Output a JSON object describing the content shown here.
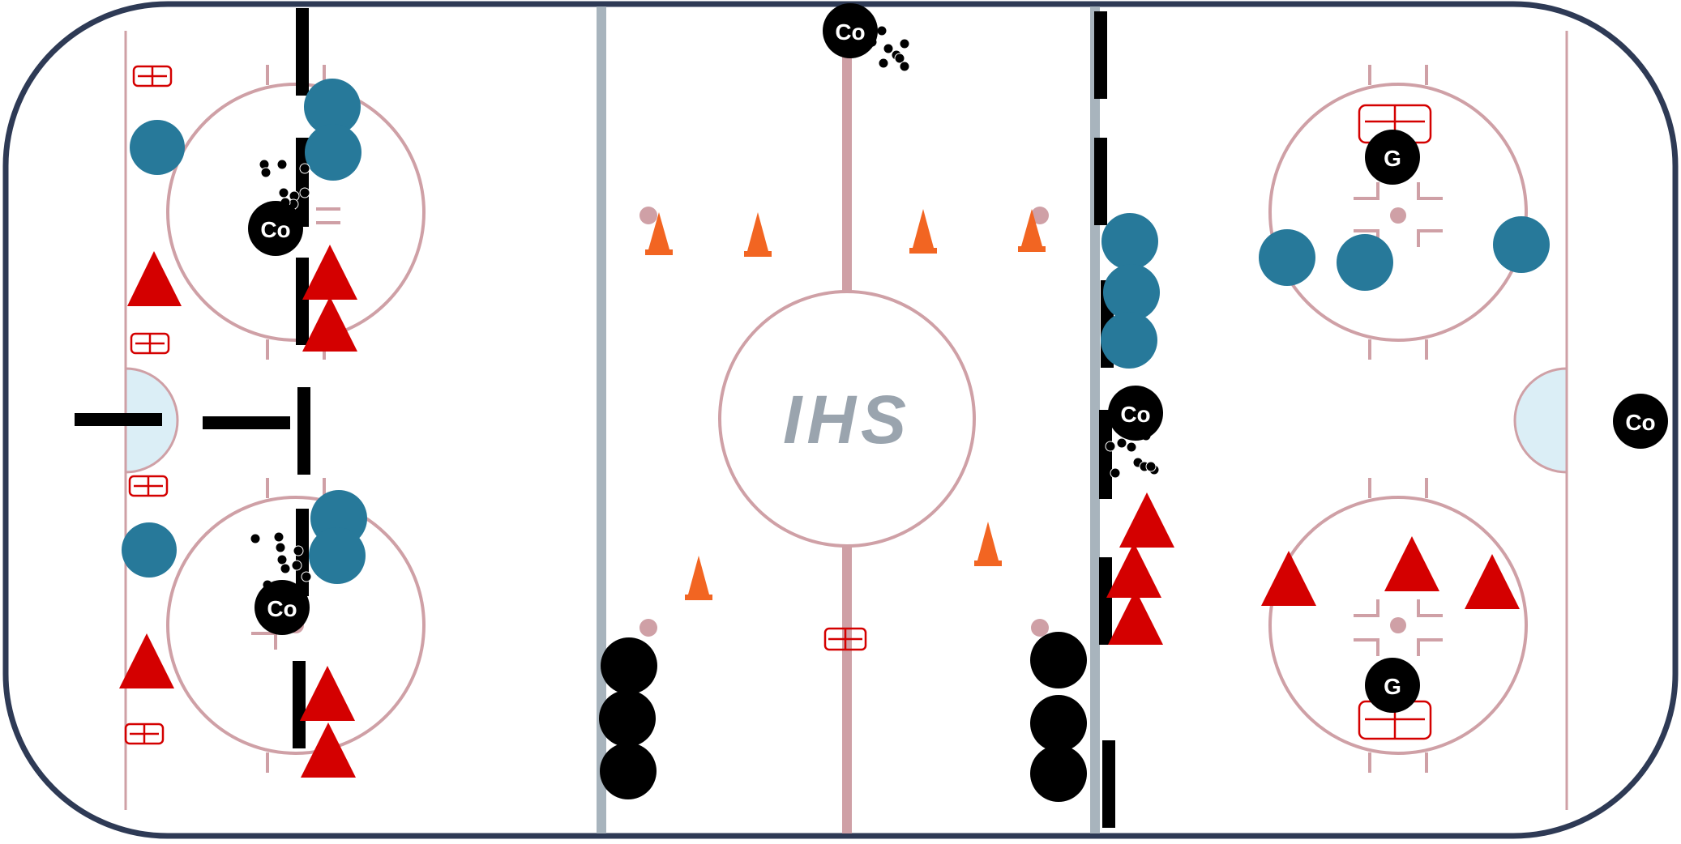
{
  "logo": {
    "text": "IHS",
    "color": "#9aa4ae"
  },
  "colors": {
    "boards": "#2e3a55",
    "red_line": "#cfa0a6",
    "blue_line": "#a8b4bd",
    "crease": "#dbeef6",
    "player_blue": "#27799a",
    "player_black": "#000000",
    "opponent_red": "#d40000",
    "cone": "#f26522",
    "net": "#d40000"
  },
  "tokens": {
    "coach_label": "Co",
    "goalie_label": "G"
  },
  "coaches": [
    {
      "id": "co-top-center"
    },
    {
      "id": "co-left-upper"
    },
    {
      "id": "co-left-lower"
    },
    {
      "id": "co-right-middle"
    },
    {
      "id": "co-right-edge"
    }
  ],
  "goalies": [
    {
      "id": "g-top"
    },
    {
      "id": "g-bottom"
    }
  ],
  "icons": {
    "player": "filled-circle",
    "opponent": "red-triangle",
    "cone": "orange-cone",
    "pucks": "puck-cluster",
    "barrier": "black-bar",
    "net": "net-icon"
  }
}
